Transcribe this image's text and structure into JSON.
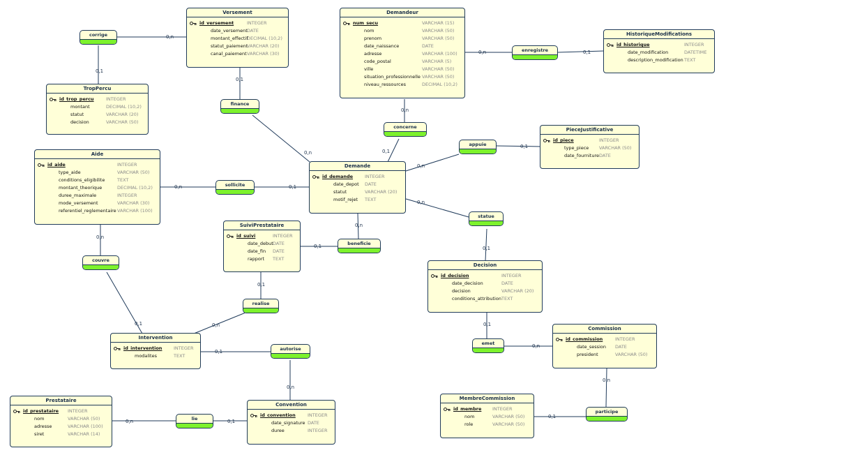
{
  "entities": {
    "versement": {
      "title": "Versement",
      "attrs": [
        {
          "name": "id_versement",
          "type": "INTEGER",
          "pk": true
        },
        {
          "name": "date_versement",
          "type": "DATE"
        },
        {
          "name": "montant_effectif",
          "type": "DECIMAL (10,2)"
        },
        {
          "name": "statut_paiement",
          "type": "VARCHAR (20)"
        },
        {
          "name": "canal_paiement",
          "type": "VARCHAR (30)"
        }
      ]
    },
    "demandeur": {
      "title": "Demandeur",
      "attrs": [
        {
          "name": "num_secu",
          "type": "VARCHAR (15)",
          "pk": true
        },
        {
          "name": "nom",
          "type": "VARCHAR (50)"
        },
        {
          "name": "prenom",
          "type": "VARCHAR (50)"
        },
        {
          "name": "date_naissance",
          "type": "DATE"
        },
        {
          "name": "adresse",
          "type": "VARCHAR (100)"
        },
        {
          "name": "code_postal",
          "type": "VARCHAR (5)"
        },
        {
          "name": "ville",
          "type": "VARCHAR (50)"
        },
        {
          "name": "situation_professionnelle",
          "type": "VARCHAR (50)"
        },
        {
          "name": "niveau_ressources",
          "type": "DECIMAL (10,2)"
        }
      ]
    },
    "historique": {
      "title": "HistoriqueModifications",
      "attrs": [
        {
          "name": "id_historique",
          "type": "INTEGER",
          "pk": true
        },
        {
          "name": "date_modification",
          "type": "DATETIME"
        },
        {
          "name": "description_modification",
          "type": "TEXT"
        }
      ]
    },
    "tropPercu": {
      "title": "TropPercu",
      "attrs": [
        {
          "name": "id_trop_percu",
          "type": "INTEGER",
          "pk": true
        },
        {
          "name": "montant",
          "type": "DECIMAL (10,2)"
        },
        {
          "name": "statut",
          "type": "VARCHAR (20)"
        },
        {
          "name": "decision",
          "type": "VARCHAR (50)"
        }
      ]
    },
    "pieceJustificative": {
      "title": "PieceJustificative",
      "attrs": [
        {
          "name": "id_piece",
          "type": "INTEGER",
          "pk": true
        },
        {
          "name": "type_piece",
          "type": "VARCHAR (50)"
        },
        {
          "name": "date_fourniture",
          "type": "DATE"
        }
      ]
    },
    "aide": {
      "title": "Aide",
      "attrs": [
        {
          "name": "id_aide",
          "type": "INTEGER",
          "pk": true
        },
        {
          "name": "type_aide",
          "type": "VARCHAR (50)"
        },
        {
          "name": "conditions_eligibilite",
          "type": "TEXT"
        },
        {
          "name": "montant_theorique",
          "type": "DECIMAL (10,2)"
        },
        {
          "name": "duree_maximale",
          "type": "INTEGER"
        },
        {
          "name": "mode_versement",
          "type": "VARCHAR (30)"
        },
        {
          "name": "referentiel_reglementaire",
          "type": "VARCHAR (100)"
        }
      ]
    },
    "demande": {
      "title": "Demande",
      "attrs": [
        {
          "name": "id_demande",
          "type": "INTEGER",
          "pk": true
        },
        {
          "name": "date_depot",
          "type": "DATE"
        },
        {
          "name": "statut",
          "type": "VARCHAR (20)"
        },
        {
          "name": "motif_rejet",
          "type": "TEXT"
        }
      ]
    },
    "suiviPrestataire": {
      "title": "SuiviPrestataire",
      "attrs": [
        {
          "name": "id_suivi",
          "type": "INTEGER",
          "pk": true
        },
        {
          "name": "date_debut",
          "type": "DATE"
        },
        {
          "name": "date_fin",
          "type": "DATE"
        },
        {
          "name": "rapport",
          "type": "TEXT"
        }
      ]
    },
    "decision": {
      "title": "Decision",
      "attrs": [
        {
          "name": "id_decision",
          "type": "INTEGER",
          "pk": true
        },
        {
          "name": "date_decision",
          "type": "DATE"
        },
        {
          "name": "decision",
          "type": "VARCHAR (20)"
        },
        {
          "name": "conditions_attribution",
          "type": "TEXT"
        }
      ]
    },
    "intervention": {
      "title": "Intervention",
      "attrs": [
        {
          "name": "id_intervention",
          "type": "INTEGER",
          "pk": true
        },
        {
          "name": "modalites",
          "type": "TEXT"
        }
      ]
    },
    "commission": {
      "title": "Commission",
      "attrs": [
        {
          "name": "id_commission",
          "type": "INTEGER",
          "pk": true
        },
        {
          "name": "date_session",
          "type": "DATE"
        },
        {
          "name": "president",
          "type": "VARCHAR (50)"
        }
      ]
    },
    "prestataire": {
      "title": "Prestataire",
      "attrs": [
        {
          "name": "id_prestataire",
          "type": "INTEGER",
          "pk": true
        },
        {
          "name": "nom",
          "type": "VARCHAR (50)"
        },
        {
          "name": "adresse",
          "type": "VARCHAR (100)"
        },
        {
          "name": "siret",
          "type": "VARCHAR (14)"
        }
      ]
    },
    "convention": {
      "title": "Convention",
      "attrs": [
        {
          "name": "id_convention",
          "type": "INTEGER",
          "pk": true
        },
        {
          "name": "date_signature",
          "type": "DATE"
        },
        {
          "name": "duree",
          "type": "INTEGER"
        }
      ]
    },
    "membreCommission": {
      "title": "MembreCommission",
      "attrs": [
        {
          "name": "id_membre",
          "type": "INTEGER",
          "pk": true
        },
        {
          "name": "nom",
          "type": "VARCHAR (50)"
        },
        {
          "name": "role",
          "type": "VARCHAR (50)"
        }
      ]
    }
  },
  "associations": {
    "corrige": "corrige",
    "finance": "finance",
    "concerne": "concerne",
    "enregistre": "enregistre",
    "appuie": "appuie",
    "sollicite": "sollicite",
    "statue": "statue",
    "beneficie": "beneficie",
    "couvre": "couvre",
    "realise": "realise",
    "emet": "emet",
    "autorise": "autorise",
    "lie": "lie",
    "participe": "participe"
  },
  "cardinalities": {
    "corrige_versement": "0,n",
    "corrige_trop": "0,1",
    "versement_finance": "0,1",
    "finance_demande": "0,n",
    "demandeur_concerne": "0,n",
    "concerne_demande": "0,1",
    "enregistre_demandeur": "0,n",
    "enregistre_historique": "0,1",
    "appuie_demande": "0,n",
    "appuie_piece": "0,1",
    "sollicite_aide": "0,n",
    "sollicite_demande": "0,1",
    "statue_demande": "0,n",
    "statue_decision": "0,1",
    "beneficie_demande": "0,n",
    "beneficie_suivi": "0,1",
    "couvre_aide": "0,n",
    "couvre_intervention": "0,1",
    "realise_suivi": "0,1",
    "realise_intervention": "0,n",
    "emet_decision": "0,1",
    "emet_commission": "0,n",
    "autorise_intervention": "0,1",
    "autorise_convention": "0,n",
    "lie_prestataire": "0,n",
    "lie_convention": "0,1",
    "participe_commission": "0,n",
    "participe_membre": "0,1"
  },
  "colors": {
    "border": "#1f3a5a",
    "entity_fill": "#ffffd8",
    "assoc_fill": "#7df22c",
    "type_text": "#8a8a8a"
  }
}
